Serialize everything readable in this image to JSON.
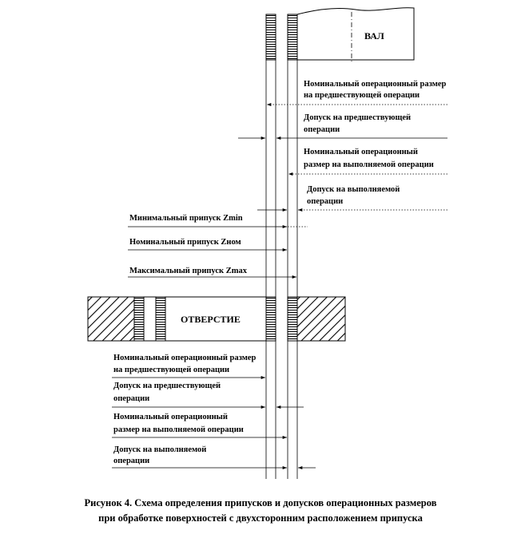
{
  "labels": {
    "shaft": "ВАЛ",
    "hole": "ОТВЕРСТИЕ"
  },
  "shaft_annotations": {
    "nominal_prev_line1": "Номинальный операционный размер",
    "nominal_prev_line2": "на предшествующей операции",
    "tol_prev_line1": "Допуск на предшествующей",
    "tol_prev_line2": "операции",
    "nominal_cur_line1": "Номинальный операционный",
    "nominal_cur_line2": "размер на выполняемой  операции",
    "tol_cur_line1": "Допуск на выполняемой",
    "tol_cur_line2": "операции"
  },
  "allowances": {
    "min": "Минимальный припуск Zmin",
    "nom": "Номинальный припуск Zном",
    "max": "Максимальный припуск Zmax"
  },
  "hole_annotations": {
    "nominal_prev_line1": "Номинальный операционный размер",
    "nominal_prev_line2": "на предшествующей операции",
    "tol_prev_line1": "Допуск на предшествующей",
    "tol_prev_line2": "операции",
    "nominal_cur_line1": "Номинальный операционный",
    "nominal_cur_line2": "размер на выполняемой  операции",
    "tol_cur_line1": "Допуск на выполняемой",
    "tol_cur_line2": "операции"
  },
  "caption": {
    "line1": "Рисунок 4. Схема определения припусков и допусков операционных размеров",
    "line2": "при обработке поверхностей с двухсторонним расположением припуска"
  }
}
